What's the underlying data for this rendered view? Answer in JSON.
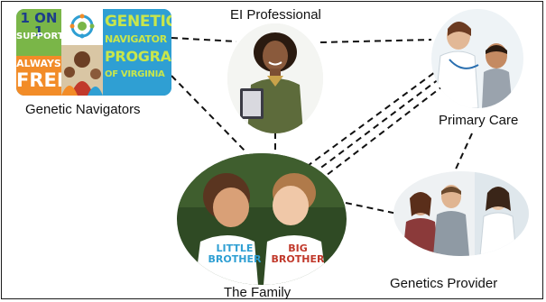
{
  "nodes": {
    "ei_professional": {
      "label": "EI Professional"
    },
    "primary_care": {
      "label": "Primary Care"
    },
    "genetic_navigators": {
      "label": "Genetic Navigators",
      "logo": {
        "line1": "1 ON 1",
        "line2": "SUPPORT",
        "line3": "ALWAYS",
        "line4": "FREE",
        "title1": "GENETIC",
        "title2": "NAVIGATOR",
        "title3": "PROGRAM",
        "title4": "OF VIRGINIA"
      }
    },
    "the_family": {
      "label": "The Family",
      "shirt_left": "LITTLE BROTHER",
      "shirt_right": "BIG BROTHER"
    },
    "genetics_provider": {
      "label": "Genetics Provider"
    }
  },
  "colors": {
    "logo_blue": "#2f9fd3",
    "logo_green": "#7ab648",
    "logo_orange": "#f28c28",
    "logo_lime": "#c8e64c",
    "connector": "#111111"
  }
}
